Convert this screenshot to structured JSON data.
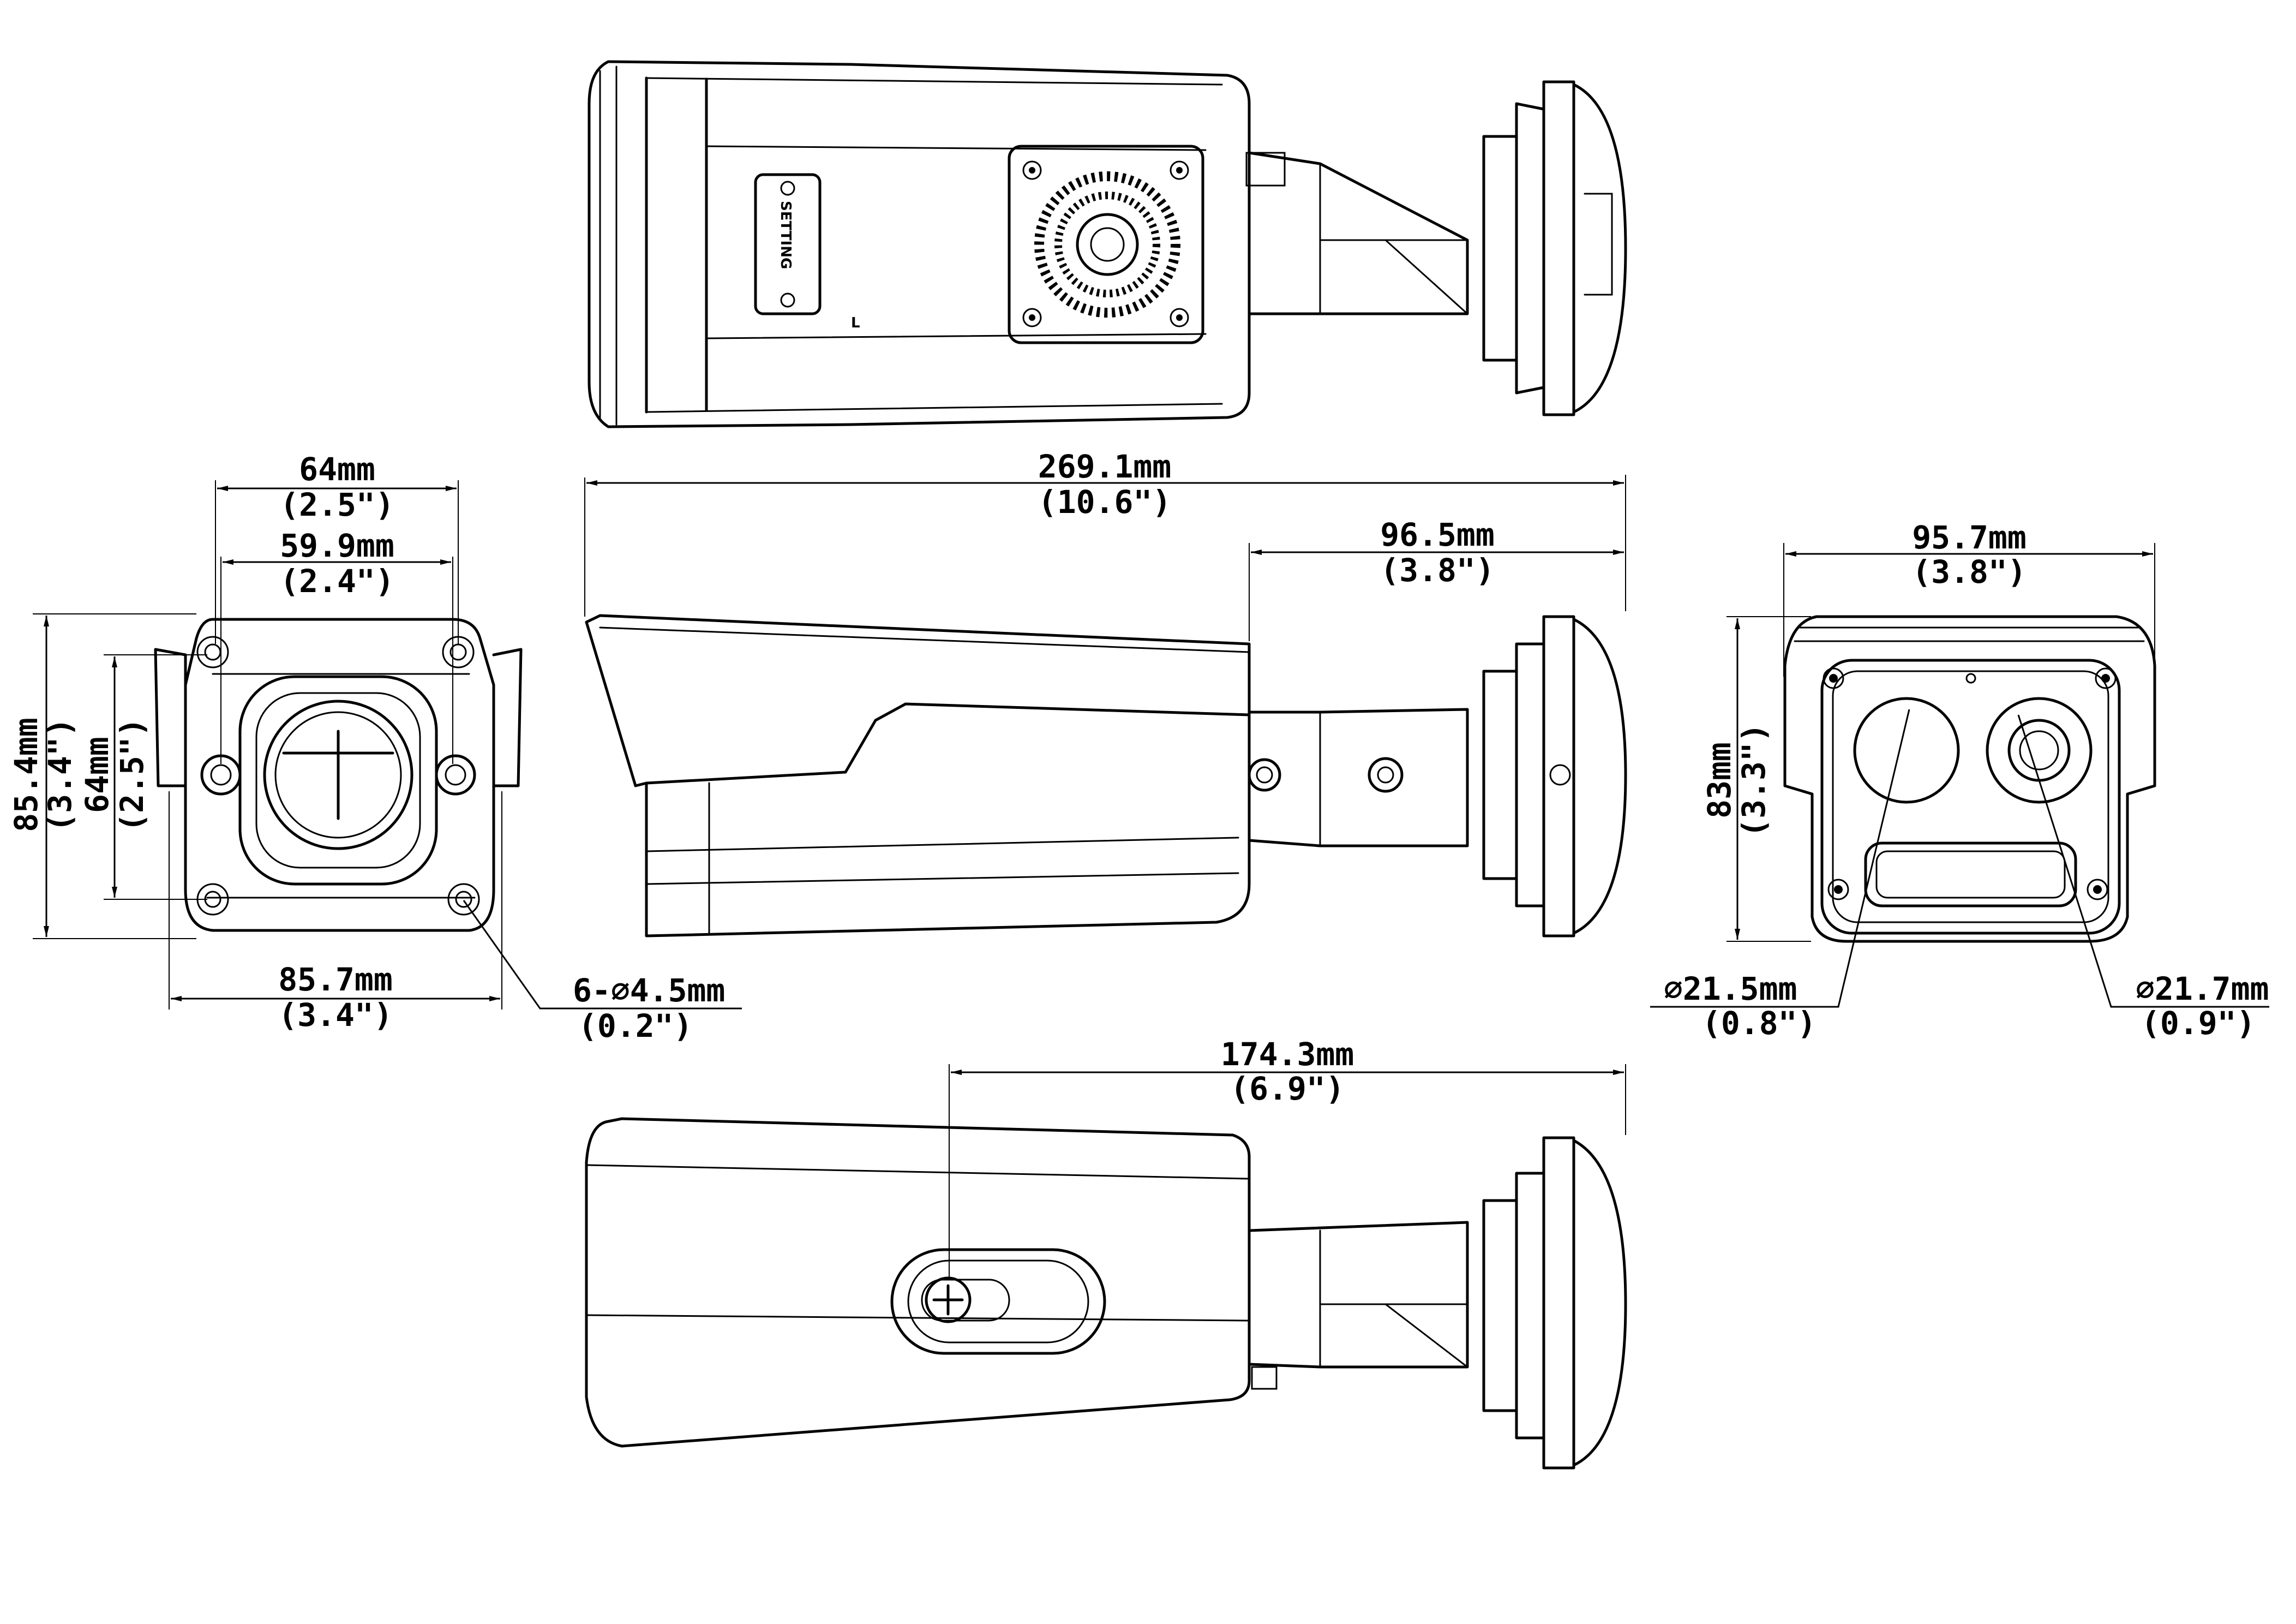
{
  "dimensions": {
    "mount_outer_width": {
      "metric": "64mm",
      "imperial": "(2.5\")"
    },
    "mount_inner_width": {
      "metric": "59.9mm",
      "imperial": "(2.4\")"
    },
    "mount_outer_height": {
      "metric": "85.4mm",
      "imperial": "(3.4\")"
    },
    "mount_inner_height": {
      "metric": "64mm",
      "imperial": "(2.5\")"
    },
    "mount_base_width": {
      "metric": "85.7mm",
      "imperial": "(3.4\")"
    },
    "mount_holes": {
      "metric": "6-∅4.5mm",
      "imperial": "(0.2\")"
    },
    "total_length": {
      "metric": "269.1mm",
      "imperial": "(10.6\")"
    },
    "bracket_length": {
      "metric": "96.5mm",
      "imperial": "(3.8\")"
    },
    "front_width": {
      "metric": "95.7mm",
      "imperial": "(3.8\")"
    },
    "front_height": {
      "metric": "83mm",
      "imperial": "(3.3\")"
    },
    "thermal_lens": {
      "metric": "∅21.5mm",
      "imperial": "(0.8\")"
    },
    "optical_lens": {
      "metric": "∅21.7mm",
      "imperial": "(0.9\")"
    },
    "screw_offset": {
      "metric": "174.3mm",
      "imperial": "(6.9\")"
    }
  },
  "labels": {
    "settings_panel": "SETTING",
    "side_marker": "L"
  },
  "colors": {
    "line": "#000000",
    "background": "#ffffff"
  }
}
